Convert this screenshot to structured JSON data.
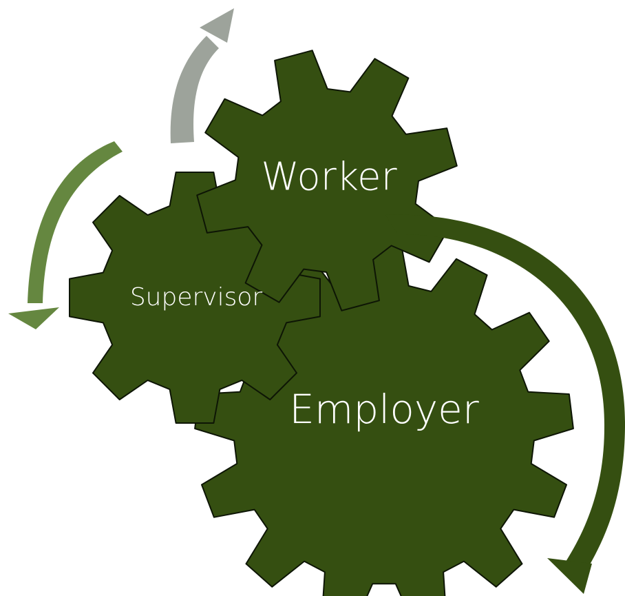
{
  "colors": {
    "gear": "#354f11",
    "arrow_light": "#9da39b",
    "arrow_mid": "#658740",
    "arrow_dark": "#354f11"
  },
  "gears": {
    "employer": {
      "label": "Employer"
    },
    "supervisor": {
      "label": "Supervisor"
    },
    "worker": {
      "label": "Worker"
    }
  },
  "arrows": [
    "grey-up-arrow",
    "green-down-left-arrow",
    "dark-green-down-right-arrow"
  ]
}
